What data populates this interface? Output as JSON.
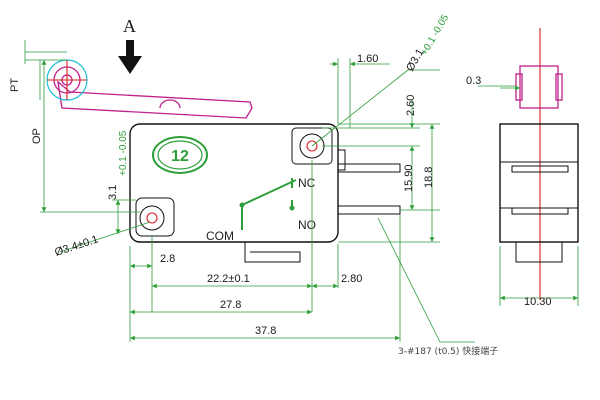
{
  "view_label": "A",
  "pretravel_label": "PT",
  "op_label": "OP",
  "logo_text": "12",
  "terminals": {
    "nc": "NC",
    "no": "NO",
    "com": "COM"
  },
  "dimensions": {
    "d_1_60": "1.60",
    "d_hole_top": "Ø3.1",
    "d_hole_top_tol": "+0.1 -0.05",
    "d_2_60": "2.60",
    "d_15_90": "15.90",
    "d_18_8": "18.8",
    "d_3_1_left": "3.1",
    "d_3_1_tol": "+0.1 -0.05",
    "d_hole_bottom": "Ø3.4±0.1",
    "d_2_8": "2.8",
    "d_22_2": "22.2±0.1",
    "d_2_80": "2.80",
    "d_27_8": "27.8",
    "d_37_8": "37.8",
    "d_0_3": "0.3",
    "d_10_30": "10.30"
  },
  "note": "3-#187 (t0.5) 快接端子",
  "colors": {
    "outline": "#111111",
    "dimension": "#2e9e3a",
    "lever": "#c0208a",
    "roller_guide": "#1ec0d8",
    "centerline": "#d81e1e"
  }
}
